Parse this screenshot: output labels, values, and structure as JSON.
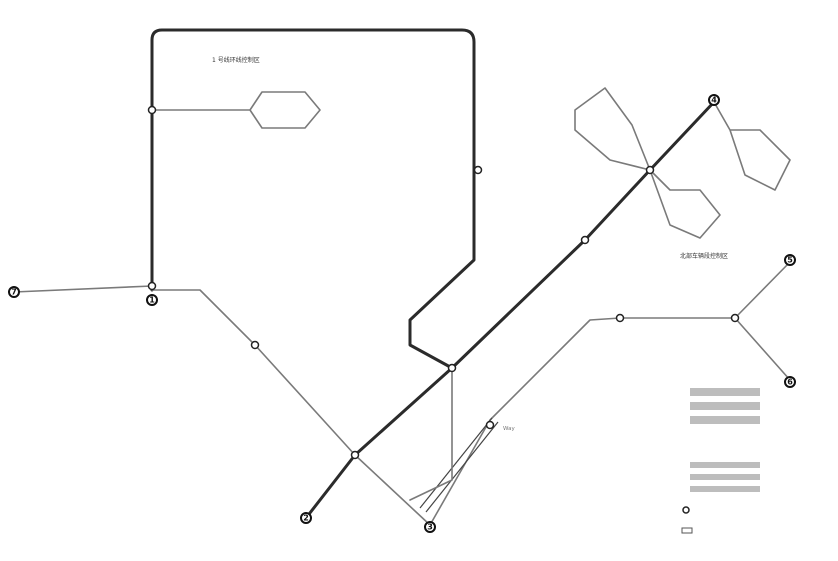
{
  "colors": {
    "line": "#2b2b2b",
    "secondary_line": "#7a7a7a",
    "background": "#ffffff",
    "label": "#777777"
  },
  "terminals": [
    {
      "id": "t1",
      "num": "1"
    },
    {
      "id": "t2",
      "num": "2"
    },
    {
      "id": "t3",
      "num": "3"
    },
    {
      "id": "t4",
      "num": "4"
    },
    {
      "id": "t5",
      "num": "5"
    },
    {
      "id": "t6",
      "num": "6"
    },
    {
      "id": "t7",
      "num": "7"
    }
  ],
  "labels": {
    "area_label_1": "1 号线环线控制区",
    "area_label_2": "北部车辆段控制区",
    "station_way": "Way"
  },
  "legend": {
    "items": [
      {
        "icon": "legend-square-icon"
      },
      {
        "icon": "legend-square-icon"
      },
      {
        "icon": "legend-square-icon"
      },
      {
        "icon": "legend-square-icon"
      },
      {
        "icon": "legend-square-icon"
      },
      {
        "icon": "legend-square-icon"
      },
      {
        "icon": "legend-circle-icon"
      },
      {
        "icon": "legend-dash-icon"
      }
    ]
  }
}
